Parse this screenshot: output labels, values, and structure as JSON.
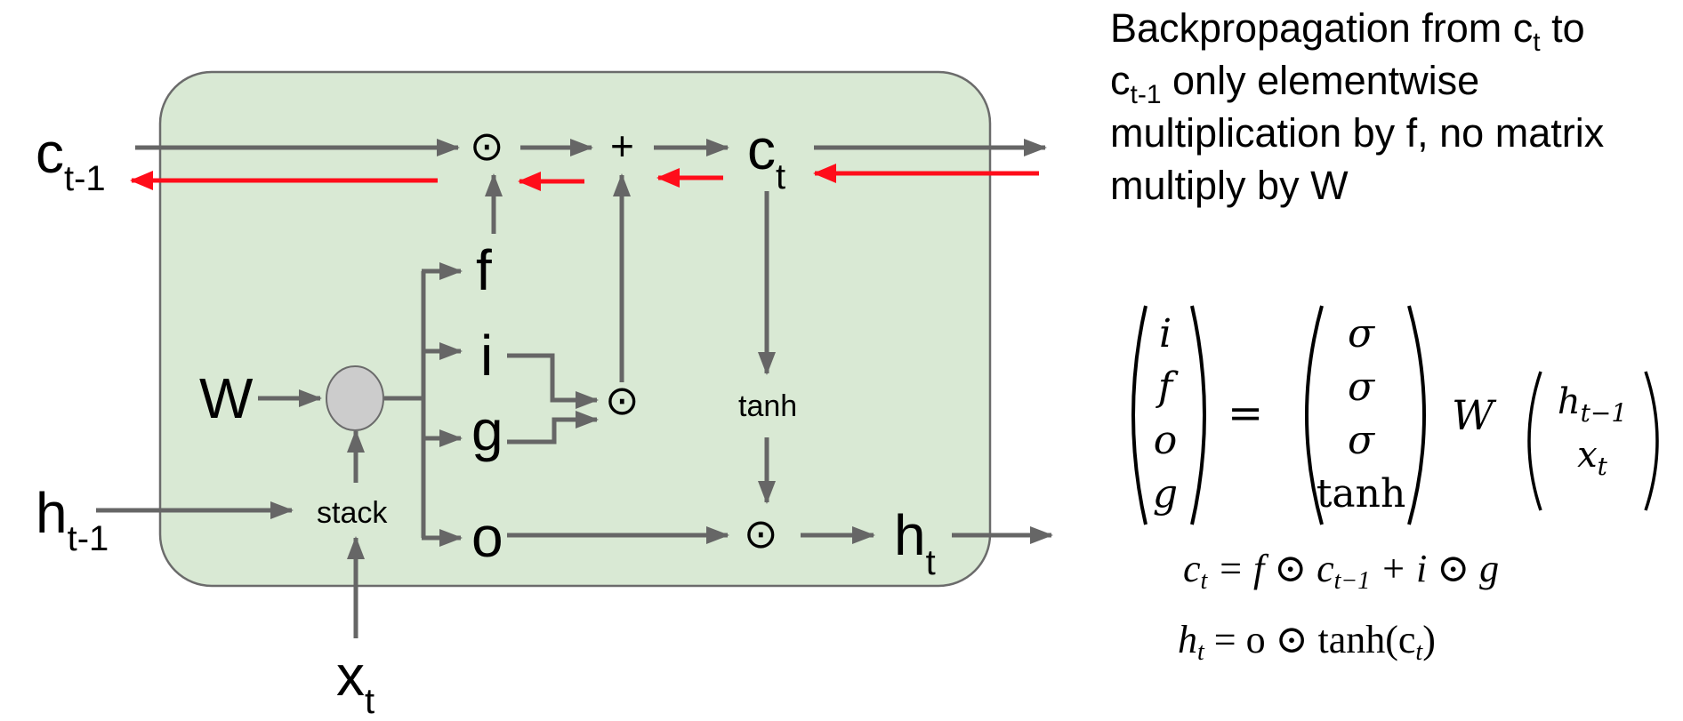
{
  "colors": {
    "cell_fill": "#d9e9d4",
    "cell_border": "#6b6b6b",
    "arrow_gray": "#666666",
    "arrow_red": "#ff0d1a",
    "node_fill": "#cccccc"
  },
  "diagram": {
    "inputs": {
      "c_prev": {
        "base": "c",
        "sub": "t-1"
      },
      "h_prev": {
        "base": "h",
        "sub": "t-1"
      },
      "x": {
        "base": "x",
        "sub": "t"
      },
      "W": "W"
    },
    "outputs": {
      "c": {
        "base": "c",
        "sub": "t"
      },
      "h": {
        "base": "h",
        "sub": "t"
      }
    },
    "gates": {
      "f": "f",
      "i": "i",
      "g": "g",
      "o": "o"
    },
    "ops": {
      "mul": "⊙",
      "add": "+",
      "tanh": "tanh",
      "stack": "stack"
    }
  },
  "description": {
    "line1_pre": "Backpropagation from c",
    "line1_sub": "t",
    "line1_post": " to",
    "line2_pre": "c",
    "line2_sub": "t-1",
    "line2_post": " only elementwise",
    "line3": "multiplication by f, no matrix",
    "line4": "multiply by W"
  },
  "equations": {
    "lhs": [
      "i",
      "f",
      "o",
      "g"
    ],
    "equals": "=",
    "activations": [
      "σ",
      "σ",
      "σ",
      "tanh"
    ],
    "W": "W",
    "input_vec": [
      {
        "base": "h",
        "sub": "t−1"
      },
      {
        "base": "x",
        "sub": "t"
      }
    ],
    "cell_eq": {
      "lhs": "c",
      "lhs_sub": "t",
      "rhs": "= f ⊙ c",
      "rhs_sub": "t−1",
      "rhs_post": " + i ⊙ g"
    },
    "hidden_eq": {
      "lhs": "h",
      "lhs_sub": "t",
      "rhs": "= o ⊙ tanh(c",
      "rhs_sub": "t",
      "rhs_post": ")"
    }
  }
}
